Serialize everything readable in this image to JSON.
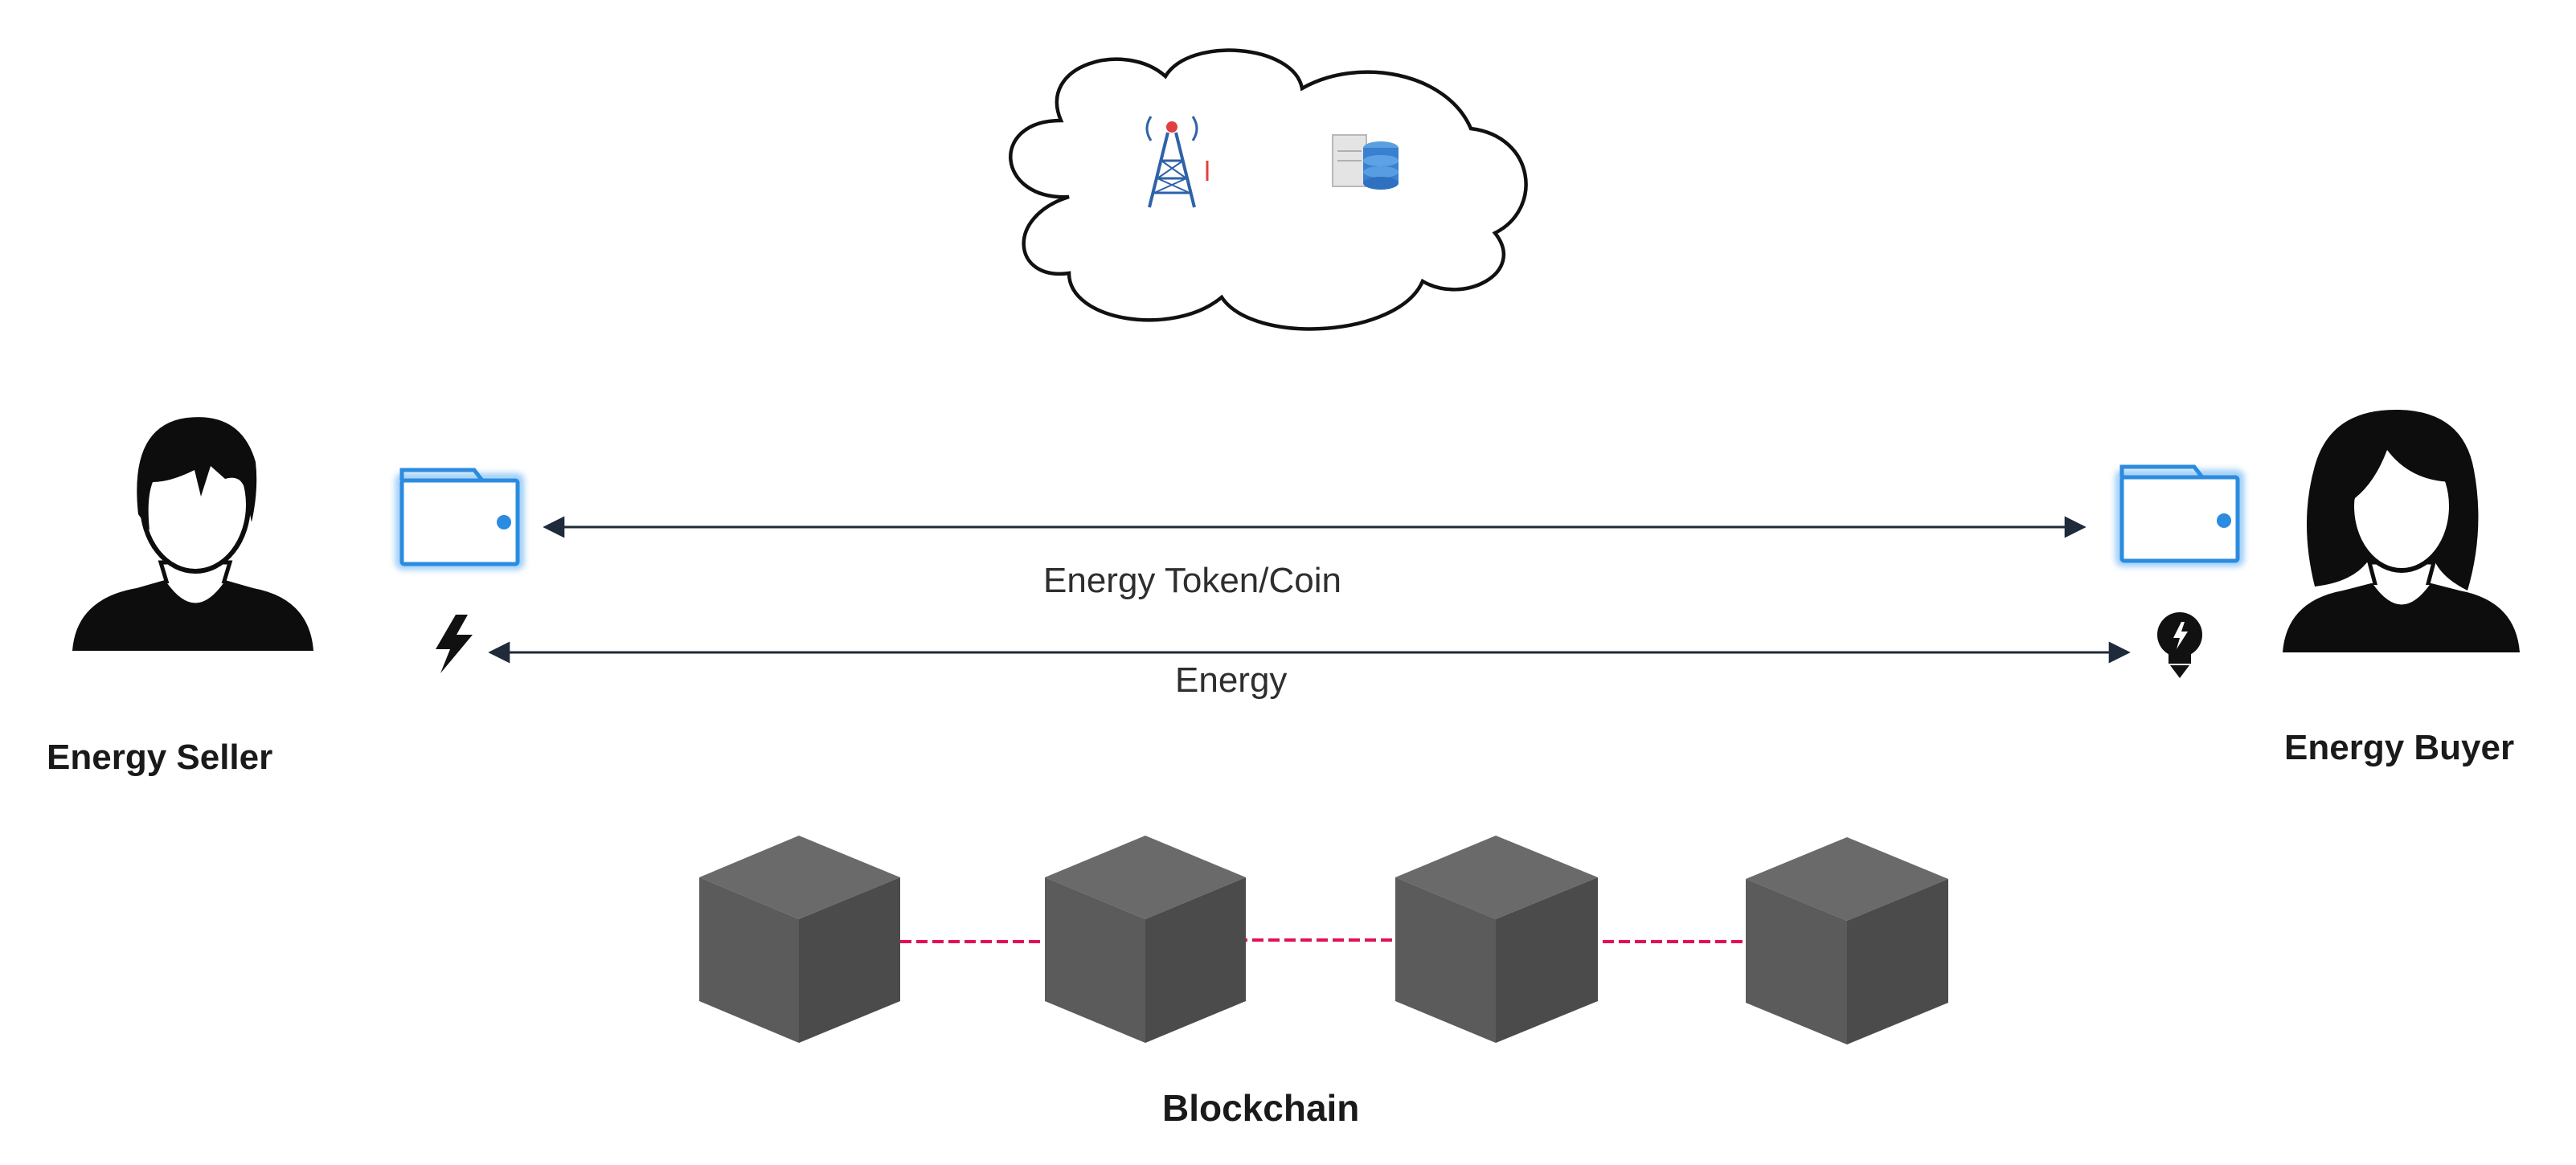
{
  "actors": {
    "seller": {
      "label": "Energy Seller"
    },
    "buyer": {
      "label": "Energy Buyer"
    }
  },
  "flows": {
    "token": {
      "label": "Energy Token/Coin"
    },
    "energy": {
      "label": "Energy"
    }
  },
  "blockchain": {
    "label": "Blockchain",
    "block_count": 4
  },
  "cloud": {
    "icons": [
      "radio-tower-icon",
      "database-server-icon"
    ]
  },
  "colors": {
    "wallet": "#2b8be0",
    "link": "#e0105a",
    "block_top": "#6a6a6a",
    "block_left": "#5b5b5b",
    "block_right": "#4b4b4b",
    "arrow": "#1f2a3a"
  }
}
